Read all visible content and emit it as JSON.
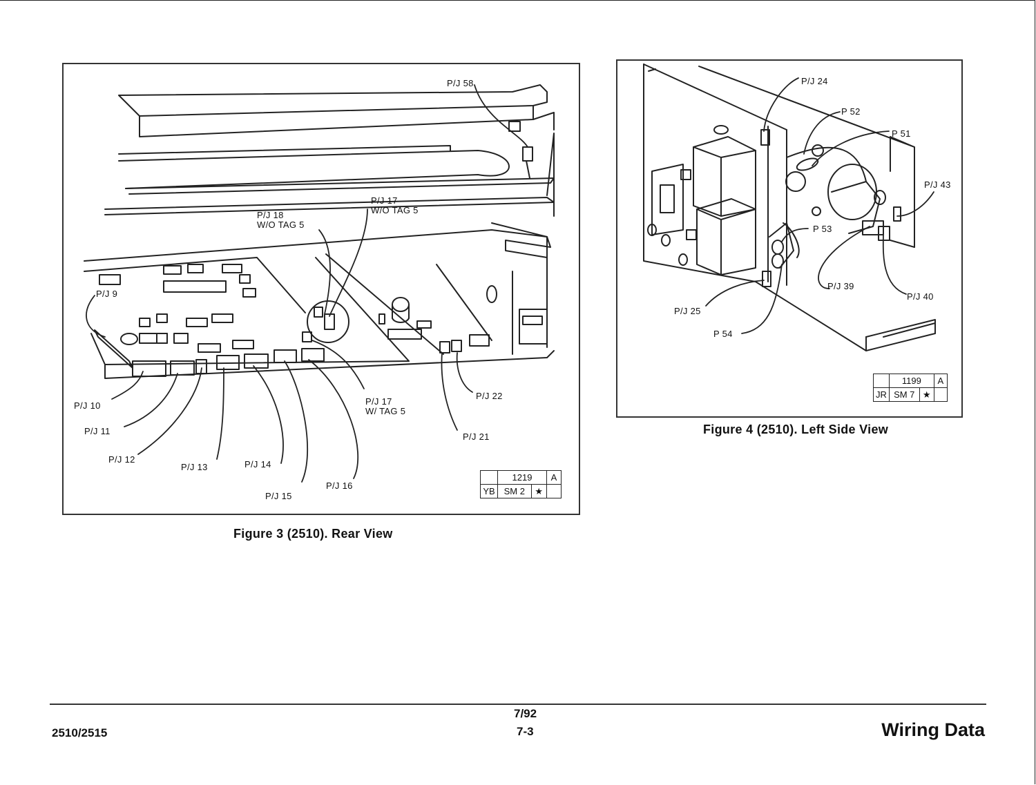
{
  "figure3": {
    "caption": "Figure 3 (2510).  Rear View",
    "callouts": {
      "pj58": "P/J 58",
      "pj18_line1": "P/J 18",
      "pj18_line2": "W/O TAG 5",
      "pj17wo_line1": "P/J 17",
      "pj17wo_line2": "W/O TAG 5",
      "pj9": "P/J 9",
      "pj10": "P/J 10",
      "pj11": "P/J 11",
      "pj12": "P/J 12",
      "pj13": "P/J 13",
      "pj14": "P/J 14",
      "pj15": "P/J 15",
      "pj16": "P/J 16",
      "pj17w_line1": "P/J 17",
      "pj17w_line2": "W/ TAG 5",
      "pj21": "P/J 21",
      "pj22": "P/J 22"
    },
    "tag": {
      "number": "1219",
      "rev": "A",
      "code": "YB",
      "sm": "SM 2",
      "mark": "★"
    }
  },
  "figure4": {
    "caption": "Figure 4 (2510).  Left Side View",
    "callouts": {
      "pj24": "P/J 24",
      "p52": "P 52",
      "p51": "P 51",
      "pj43": "P/J 43",
      "p53": "P 53",
      "pj39": "P/J 39",
      "pj40": "P/J 40",
      "pj25": "P/J 25",
      "p54": "P 54"
    },
    "tag": {
      "number": "1199",
      "rev": "A",
      "code": "JR",
      "sm": "SM 7",
      "mark": "★"
    }
  },
  "footer": {
    "model": "2510/2515",
    "date": "7/92",
    "page": "7-3",
    "section": "Wiring Data"
  }
}
